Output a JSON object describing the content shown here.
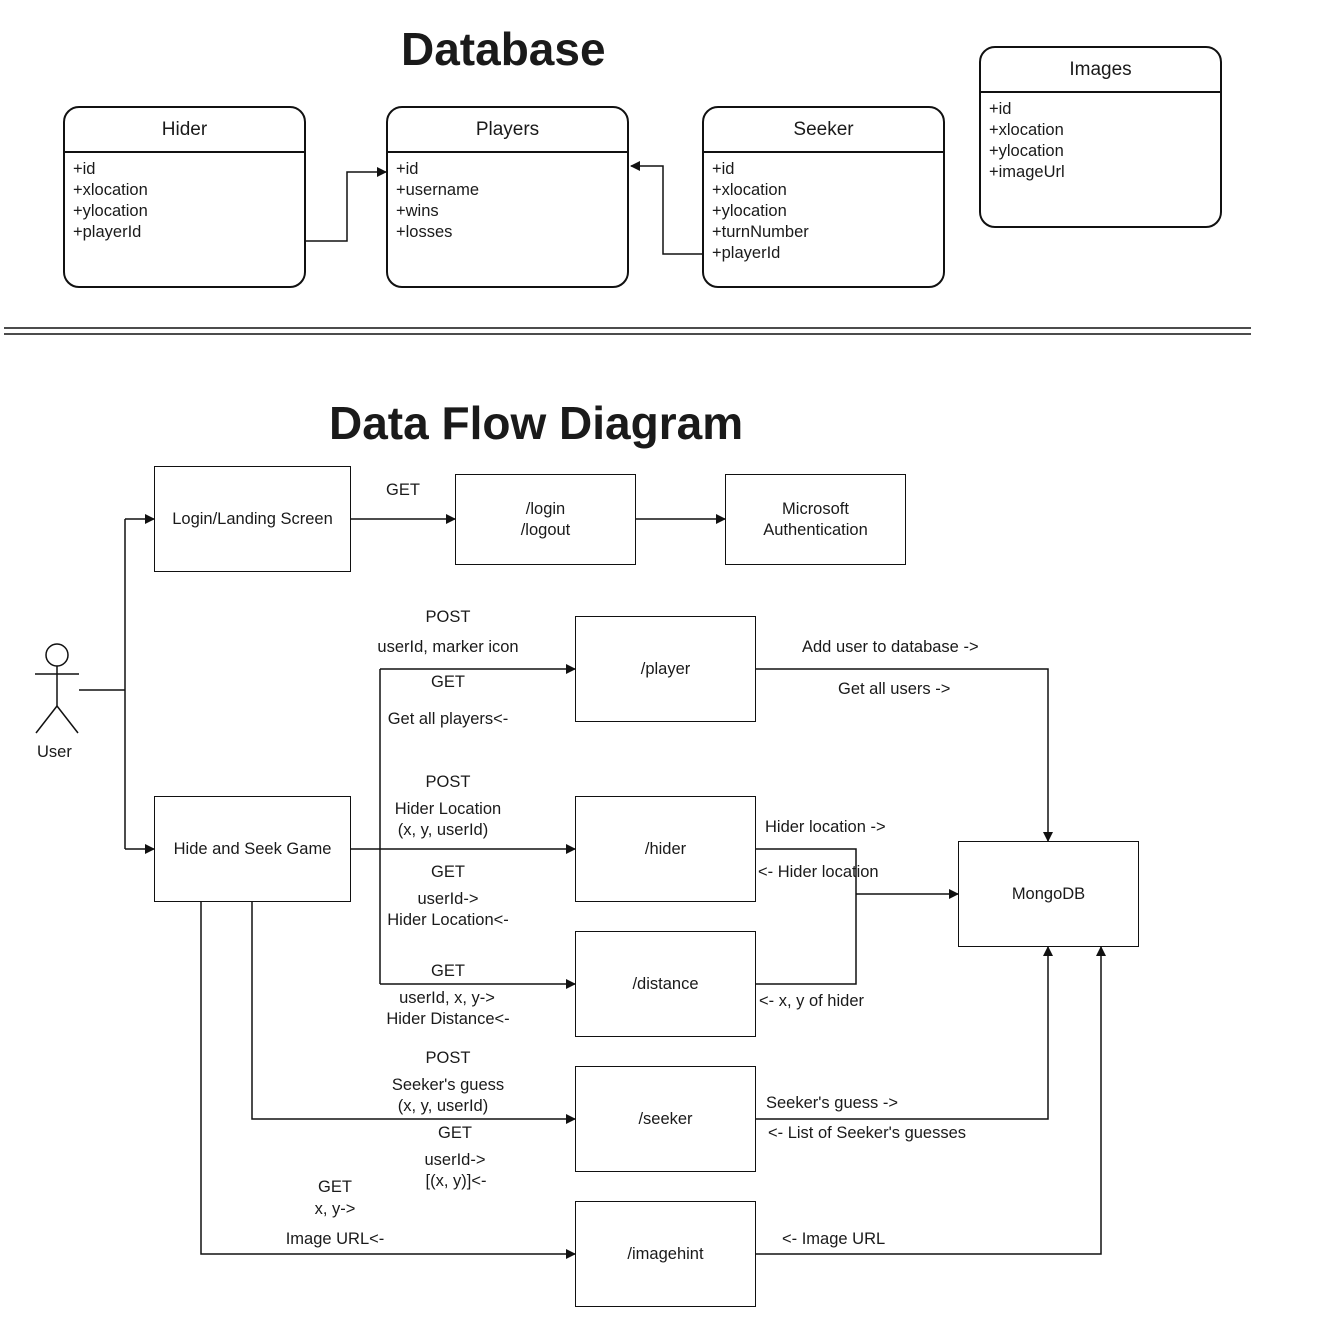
{
  "database": {
    "title": "Database",
    "entities": {
      "hider": {
        "name": "Hider",
        "fields": [
          "+id",
          "+xlocation",
          "+ylocation",
          "+playerId"
        ]
      },
      "players": {
        "name": "Players",
        "fields": [
          "+id",
          "+username",
          "+wins",
          "+losses"
        ]
      },
      "seeker": {
        "name": "Seeker",
        "fields": [
          "+id",
          "+xlocation",
          "+ylocation",
          "+turnNumber",
          "+playerId"
        ]
      },
      "images": {
        "name": "Images",
        "fields": [
          "+id",
          "+xlocation",
          "+ylocation",
          "+imageUrl"
        ]
      }
    }
  },
  "dataflow": {
    "title": "Data Flow Diagram",
    "actor": "User",
    "boxes": {
      "login_screen": "Login/Landing Screen",
      "login_endpoint": [
        "/login",
        "/logout"
      ],
      "ms_auth": [
        "Microsoft",
        "Authentication"
      ],
      "game": "Hide and Seek Game",
      "player": "/player",
      "hider": "/hider",
      "distance": "/distance",
      "seeker": "/seeker",
      "imagehint": "/imagehint",
      "mongodb": "MongoDB"
    },
    "labels": {
      "login_get": "GET",
      "player_post": "POST",
      "player_post_body": "userId, marker icon",
      "player_get": "GET",
      "player_get_body": "Get all players<-",
      "player_db_add": "Add user to database ->",
      "player_db_get": "Get all users ->",
      "hider_post": "POST",
      "hider_post_body1": "Hider Location",
      "hider_post_body2": "(x, y, userId)",
      "hider_get": "GET",
      "hider_get_body1": "userId->",
      "hider_get_body2": "Hider Location<-",
      "hider_db_out": "Hider location ->",
      "hider_db_in": "<- Hider location",
      "distance_get": "GET",
      "distance_get_body1": "userId, x, y->",
      "distance_get_body2": "Hider Distance<-",
      "distance_db_in": "<- x, y of hider",
      "seeker_post": "POST",
      "seeker_post_body1": "Seeker's guess",
      "seeker_post_body2": "(x, y, userId)",
      "seeker_get": "GET",
      "seeker_get_body1": "userId->",
      "seeker_get_body2": "[(x, y)]<-",
      "seeker_db_out": "Seeker's guess ->",
      "seeker_db_in": "<- List of Seeker's guesses",
      "image_get": "GET",
      "image_get_body1": "x, y->",
      "image_get_body2": "Image URL<-",
      "image_db_in": "<- Image URL"
    }
  }
}
